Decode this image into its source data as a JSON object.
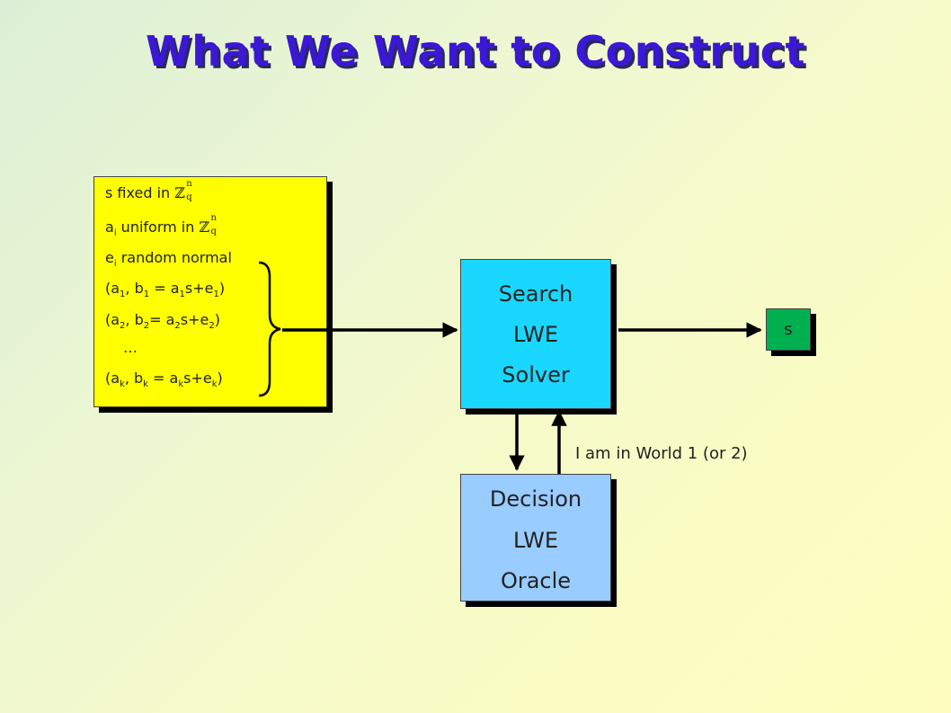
{
  "title": "What We Want to Construct",
  "input_box": {
    "line1_text": "s fixed in ",
    "line1_set": "ℤ",
    "line1_sup": "n",
    "line1_sub": "q",
    "line2_a": "a",
    "line2_i": "i",
    "line2_text": " uniform in ",
    "line2_set": "ℤ",
    "line2_sup": "n",
    "line2_sub": "q",
    "line3_e": "e",
    "line3_i": "i",
    "line3_text": " random normal",
    "sample1": {
      "open": "(a",
      "i1": "1",
      "mid": ", b",
      "i2": "1",
      "eq": " = a",
      "i3": "1",
      "se": "s+e",
      "i4": "1",
      "close": ")"
    },
    "sample2": {
      "open": "(a",
      "i1": "2",
      "mid": ", b",
      "i2": "2",
      "eq": "= a",
      "i3": "2",
      "se": "s+e",
      "i4": "2",
      "close": ")"
    },
    "dots": "…",
    "samplek": {
      "open": "(a",
      "i1": "k",
      "mid": ", b",
      "i2": "k",
      "eq": " = a",
      "i3": "k",
      "se": "s+e",
      "i4": "k",
      "close": ")"
    }
  },
  "solver": {
    "line1": "Search",
    "line2": "LWE",
    "line3": "Solver"
  },
  "oracle": {
    "line1": "Decision",
    "line2": "LWE",
    "line3": "Oracle"
  },
  "output": {
    "label": "s"
  },
  "annotation": "I am in World 1 (or 2)"
}
